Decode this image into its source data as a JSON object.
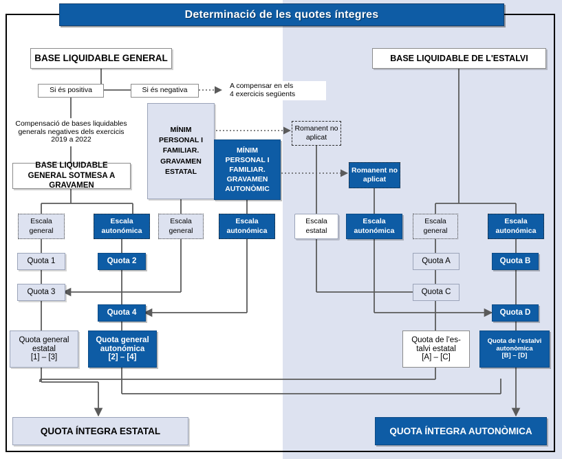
{
  "title": "Determinació de les quotes íntegres",
  "colors": {
    "brand_blue": "#0e5ca5",
    "panel_light": "#dde2f0",
    "line_gray": "#5a5a5a",
    "frame_black": "#000000"
  },
  "boxes": {
    "base_general": "BASE LIQUIDABLE GENERAL",
    "base_estalvi": "BASE LIQUIDABLE DE L'ESTALVI",
    "si_positiva": "Si és positiva",
    "si_negativa": "Si és negativa",
    "a_compensar_l1": "A compensar en els",
    "a_compensar_l2": "4 exercicis següents",
    "compensacio_l1": "Compensació de bases liquidables",
    "compensacio_l2": "generals negatives dels exercicis",
    "compensacio_l3": "2019 a 2022",
    "minim_estatal": "MÍNIM PERSONAL I FAMILIAR. GRAVAMEN ESTATAL",
    "minim_autonomic": "MÍNIM PERSONAL I FAMILIAR. GRAVAMEN AUTONÒMIC",
    "base_sotmesa": "BASE LIQUIDABLE GENERAL SOTMESA A GRAVAMEN",
    "romanent_no_aplicat_1": "Romanent no aplicat",
    "romanent_no_aplicat_2": "Romanent no aplicat",
    "escala_general_1": "Escala general",
    "escala_autonomica_1": "Escala autonómica",
    "escala_general_2": "Escala general",
    "escala_autonomica_2": "Escala autonómica",
    "escala_estatal": "Escala estatal",
    "escala_autonomica_3": "Escala autonómica",
    "escala_general_3": "Escala general",
    "escala_autonomica_4": "Escala autonómica",
    "quota_1": "Quota 1",
    "quota_2": "Quota 2",
    "quota_3": "Quota 3",
    "quota_4": "Quota 4",
    "quota_a": "Quota A",
    "quota_b": "Quota B",
    "quota_c": "Quota C",
    "quota_d": "Quota D",
    "quota_general_estatal_l1": "Quota general",
    "quota_general_estatal_l2": "estatal",
    "quota_general_estatal_l3": "[1] – [3]",
    "quota_general_autonomica_l1": "Quota general",
    "quota_general_autonomica_l2": "autonómica",
    "quota_general_autonomica_l3": "[2] – [4]",
    "quota_estalvi_estatal_l1": "Quota de l’es-",
    "quota_estalvi_estatal_l2": "talvi estatal",
    "quota_estalvi_estatal_l3": "[A] – [C]",
    "quota_estalvi_autonomica_l1": "Quota de l’estalvi",
    "quota_estalvi_autonomica_l2": "autonòmica",
    "quota_estalvi_autonomica_l3": "[B] – [D]",
    "quota_integra_estatal": "QUOTA ÍNTEGRA ESTATAL",
    "quota_integra_autonomica": "QUOTA ÍNTEGRA AUTONÒMICA"
  }
}
